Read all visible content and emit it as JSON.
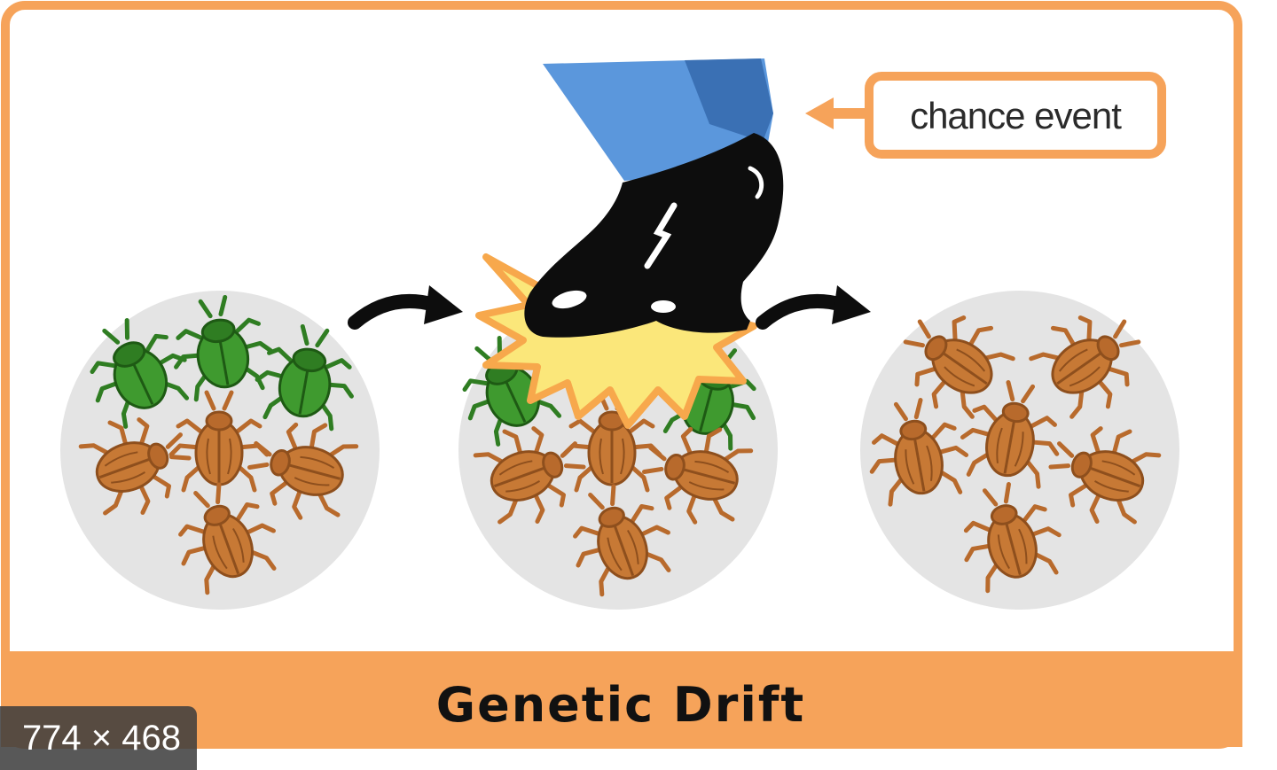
{
  "callout": {
    "text": "chance event"
  },
  "footer": {
    "title": "Genetic Drift"
  },
  "image_badge": {
    "size_text": "774 × 468"
  },
  "colors": {
    "frame_orange": "#f6a35a",
    "circle_gray": "#e4e4e4",
    "beetle_green": "#3f9a2f",
    "beetle_brown": "#c77935",
    "shoe_black": "#0d0d0d",
    "pants_blue": "#5b97dc",
    "burst_yellow": "#fbe77a"
  },
  "icons": [
    "green-beetle-icon",
    "brown-beetle-icon",
    "shoe-icon",
    "curved-arrow-icon",
    "impact-burst-icon"
  ],
  "populations": [
    {
      "green_beetles": 3,
      "brown_beetles": 4
    },
    {
      "green_beetles": 2,
      "brown_beetles": 4
    },
    {
      "green_beetles": 0,
      "brown_beetles": 6
    }
  ]
}
